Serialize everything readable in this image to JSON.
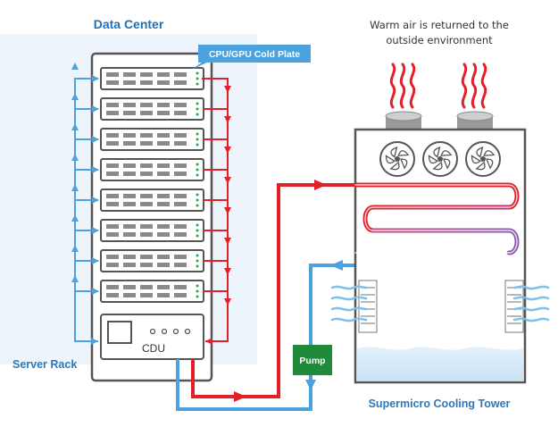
{
  "labels": {
    "data_center": "Data Center",
    "cold_plate": "CPU/GPU Cold Plate",
    "warm_air_line1": "Warm air is returned to the",
    "warm_air_line2": "outside environment",
    "server_rack": "Server Rack",
    "cdu": "CDU",
    "pump": "Pump",
    "cooling_tower": "Supermicro Cooling Tower"
  },
  "rack": {
    "server_count": 8
  },
  "tower": {
    "fan_count": 3
  },
  "colors": {
    "hot": "#e3202a",
    "cold": "#4aa3df",
    "label_blue": "#2a78bf",
    "title_blue": "#1f6fb5",
    "pump_green": "#1e8a3a",
    "outline": "#555555",
    "background_panel": "#eef4fb",
    "water": "#d3e9f8"
  }
}
